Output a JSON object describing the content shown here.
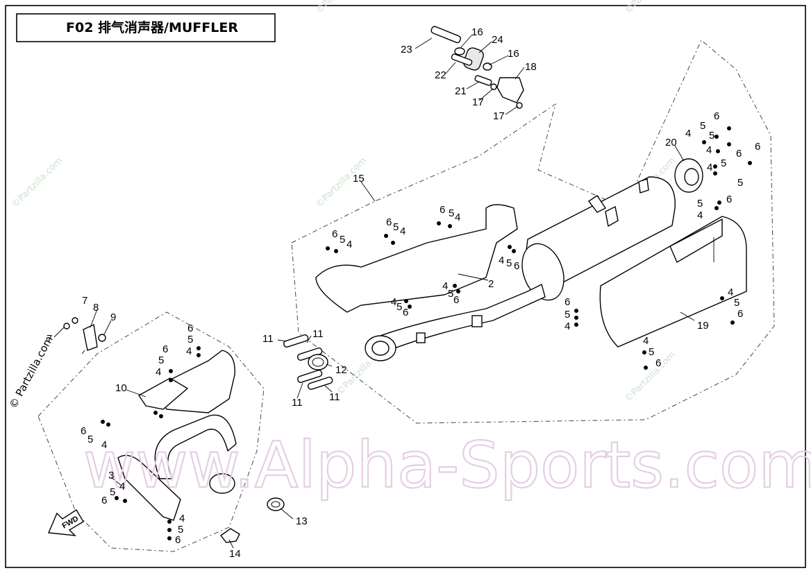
{
  "title": "F02 排气消声器/MUFFLER",
  "watermarks": {
    "main": "www.Alpha-Sports.com",
    "partzilla": "©Partzilla.com",
    "partzilla_side": "© Partzilla.com"
  },
  "fwd_label": "FWD",
  "callouts": {
    "c23": "23",
    "c16a": "16",
    "c24": "24",
    "c16b": "16",
    "c22": "22",
    "c18": "18",
    "c21": "21",
    "c17a": "17",
    "c17b": "17",
    "c15": "15",
    "c20": "20",
    "c6_tr1": "6",
    "c4_tr1": "4",
    "c5_tr1": "5",
    "c5_tr2": "5",
    "c6_tr2": "6",
    "c4_tr2": "4",
    "c5_tr3": "5",
    "c6_tr3": "6",
    "c4_tr3": "4",
    "c5_tr4": "5",
    "c5_tr5": "5",
    "c6_tr5": "6",
    "c4_tr5": "4",
    "c6_m1": "6",
    "c5_m1": "5",
    "c4_m1": "4",
    "c6_m2": "6",
    "c5_m2": "5",
    "c4_m2": "4",
    "c6_m3": "6",
    "c5_m3": "5",
    "c4_m3": "4",
    "c4_m4": "4",
    "c5_m4": "5",
    "c6_m4": "6",
    "c2": "2",
    "c4_m5": "4",
    "c5_m5": "5",
    "c6_m5": "6",
    "c4_m6": "4",
    "c5_m6": "5",
    "c6_m6": "6",
    "c6_r1": "6",
    "c5_r1": "5",
    "c4_r1": "4",
    "c4_r2": "4",
    "c5_r2": "5",
    "c6_r2": "6",
    "c19": "19",
    "c4_r3": "4",
    "c5_r3": "5",
    "c6_r3": "6",
    "c7a": "7",
    "c8": "8",
    "c9": "9",
    "c7b": "7",
    "c11a": "11",
    "c11b": "11",
    "c12": "12",
    "c11c": "11",
    "c11d": "11",
    "c6_l1": "6",
    "c5_l1": "5",
    "c4_l1": "4",
    "c6_l2": "6",
    "c5_l2": "5",
    "c4_l2": "4",
    "c10": "10",
    "c6_l3": "6",
    "c5_l3": "5",
    "c4_l3": "4",
    "c3": "3",
    "c5_l4": "5",
    "c4_l4": "4",
    "c6_l4": "6",
    "c4_l5": "4",
    "c5_l5": "5",
    "c6_l5": "6",
    "c13": "13",
    "c14": "14"
  }
}
